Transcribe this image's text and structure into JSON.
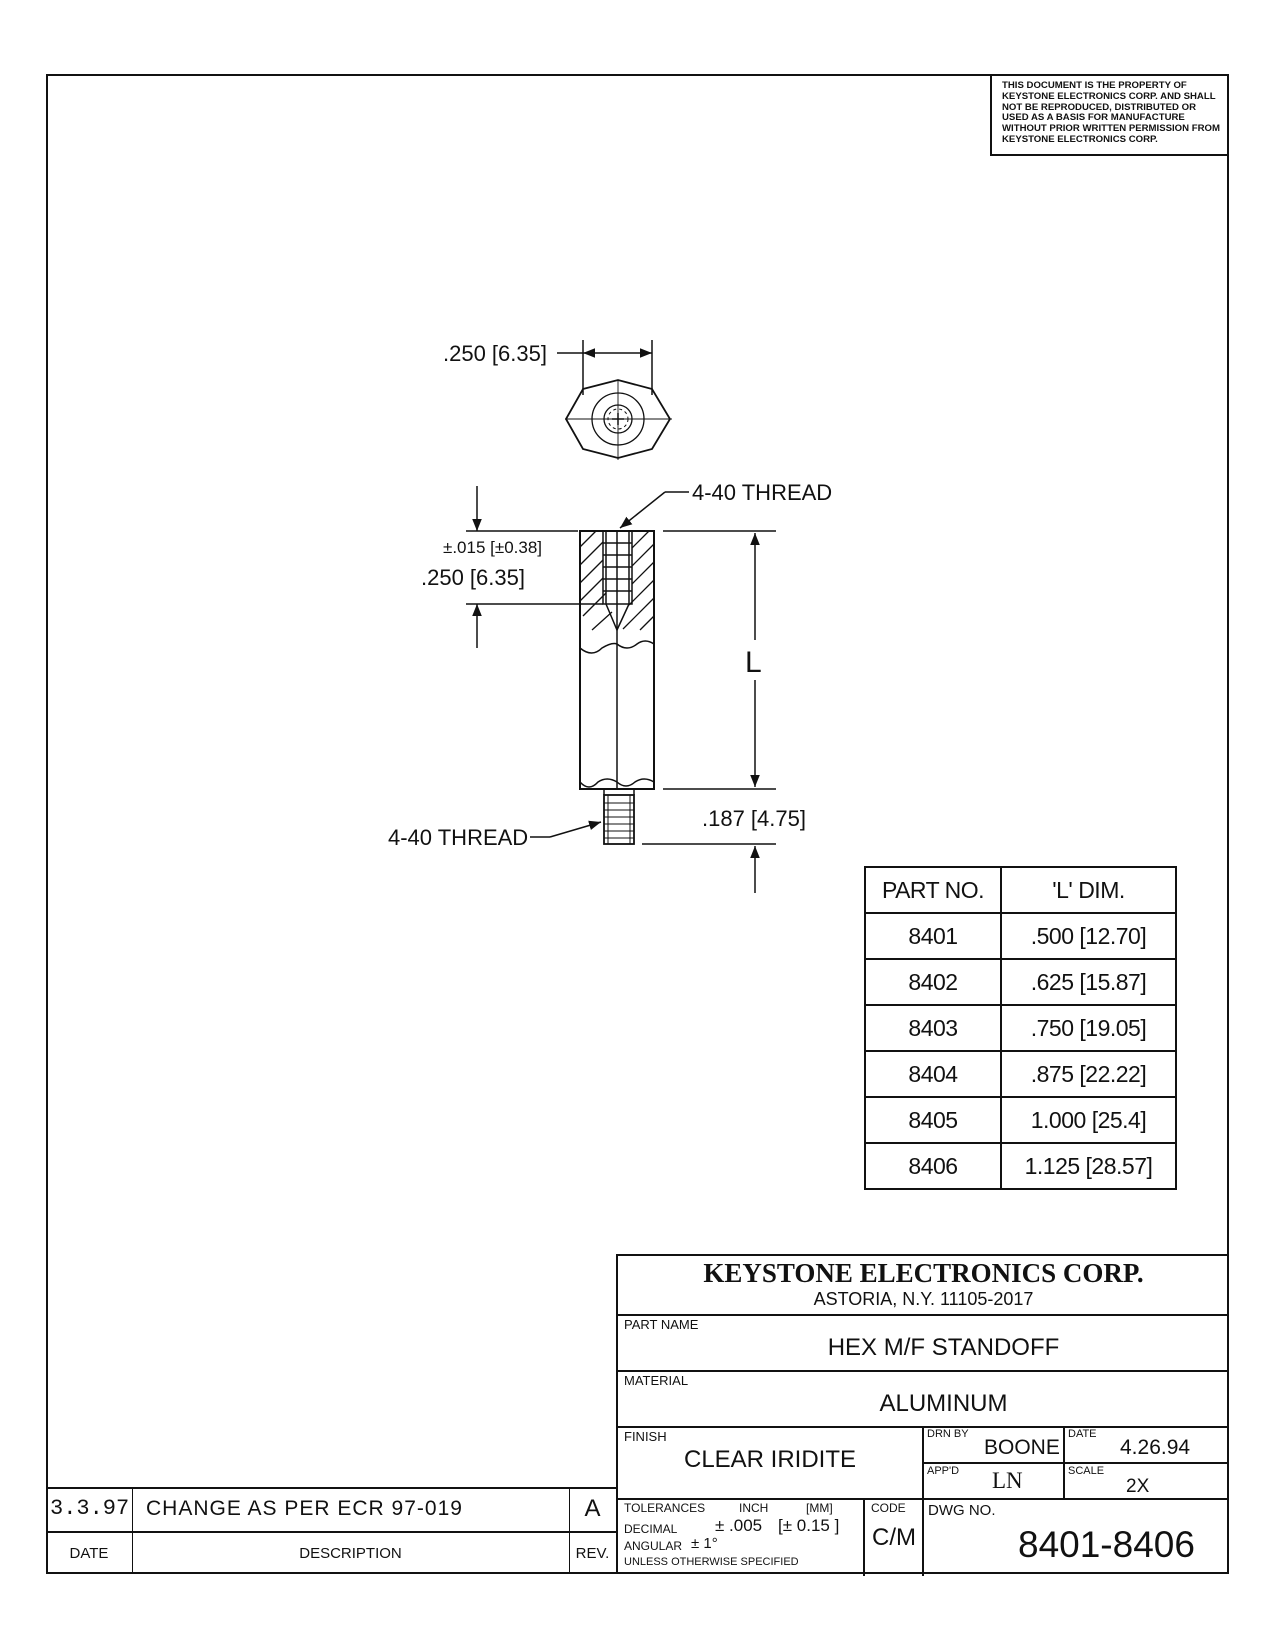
{
  "notice": "THIS DOCUMENT IS THE PROPERTY OF KEYSTONE ELECTRONICS CORP. AND SHALL NOT BE REPRODUCED, DISTRIBUTED OR USED AS A BASIS FOR MANUFACTURE WITHOUT PRIOR WRITTEN PERMISSION FROM KEYSTONE ELECTRONICS CORP.",
  "drawing": {
    "hex_width": ".250 [6.35]",
    "top_thread": "4-40 THREAD",
    "tolerance": "±.015 [±0.38]",
    "top_depth": ".250 [6.35]",
    "length_label": "L",
    "stud_length": ".187 [4.75]",
    "bottom_thread": "4-40 THREAD"
  },
  "parts_table": {
    "headers": [
      "PART NO.",
      "'L' DIM."
    ],
    "rows": [
      [
        "8401",
        ".500 [12.70]"
      ],
      [
        "8402",
        ".625 [15.87]"
      ],
      [
        "8403",
        ".750 [19.05]"
      ],
      [
        "8404",
        ".875 [22.22]"
      ],
      [
        "8405",
        "1.000 [25.4]"
      ],
      [
        "8406",
        "1.125 [28.57]"
      ]
    ]
  },
  "title_block": {
    "company": "KEYSTONE ELECTRONICS CORP.",
    "address": "ASTORIA, N.Y. 11105-2017",
    "part_name_label": "PART NAME",
    "part_name": "HEX M/F STANDOFF",
    "material_label": "MATERIAL",
    "material": "ALUMINUM",
    "finish_label": "FINISH",
    "finish": "CLEAR IRIDITE",
    "drn_by_label": "DRN BY",
    "drn_by": "BOONE",
    "date_label": "DATE",
    "date": "4.26.94",
    "appd_label": "APP'D",
    "appd": "LN",
    "scale_label": "SCALE",
    "scale": "2X",
    "tolerances_label": "TOLERANCES",
    "inch_label": "INCH",
    "mm_label": "[MM]",
    "decimal_label": "DECIMAL",
    "decimal_value": "± .005",
    "decimal_mm": "[± 0.15 ]",
    "angular_label": "ANGULAR",
    "angular_value": "± 1°",
    "unless_note": "UNLESS OTHERWISE SPECIFIED",
    "code_label": "CODE",
    "code": "C/M",
    "dwg_no_label": "DWG NO.",
    "dwg_no": "8401-8406"
  },
  "revision": {
    "date": "3.3.97",
    "description": "CHANGE AS PER ECR 97-019",
    "rev": "A",
    "headers": {
      "date": "DATE",
      "description": "DESCRIPTION",
      "rev": "REV."
    }
  }
}
